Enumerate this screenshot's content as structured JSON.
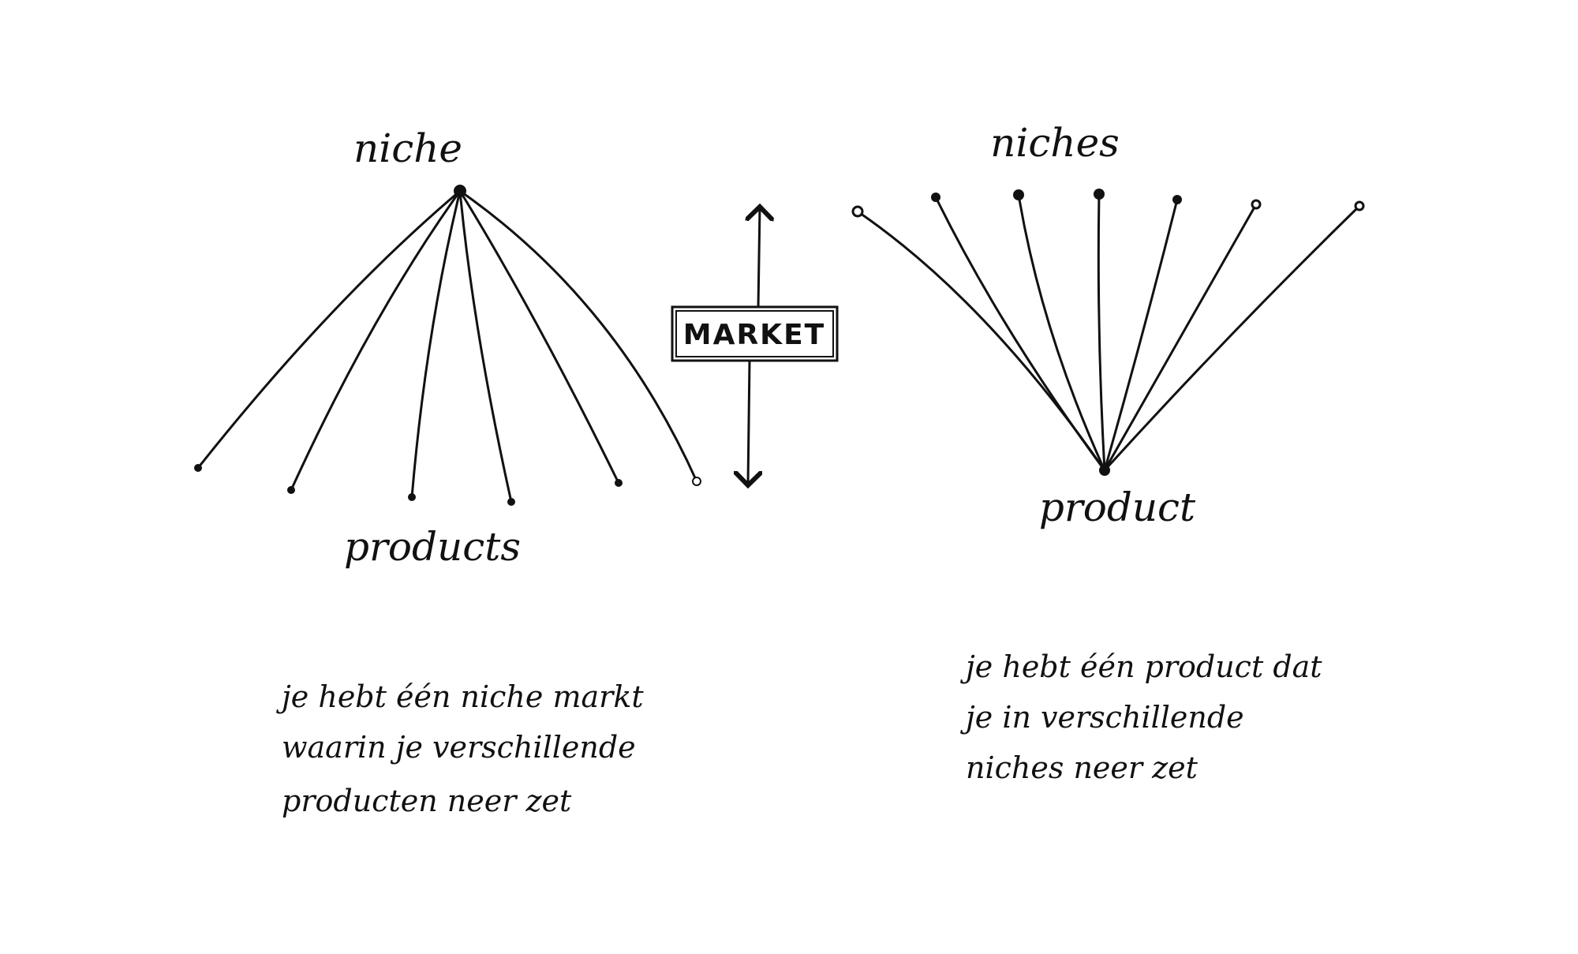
{
  "left_diagram": {
    "top_label": "niche",
    "bottom_label": "products",
    "note_lines": [
      "je hebt één niche markt",
      "waarin je verschillende",
      "producten neer zet"
    ]
  },
  "center": {
    "axis_label": "MARKET"
  },
  "right_diagram": {
    "top_label": "niches",
    "bottom_label": "product",
    "note_lines": [
      "je hebt één product dat",
      "je in verschillende",
      "niches neer zet"
    ]
  },
  "colors": {
    "ink": "#111111",
    "paper": "#ffffff"
  }
}
